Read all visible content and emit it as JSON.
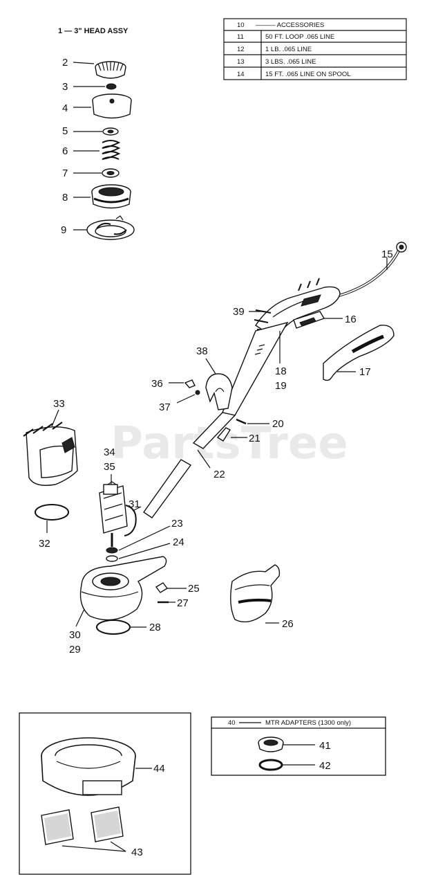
{
  "watermark": "PartsTree",
  "head_title": "1 — 3\" HEAD ASSY",
  "accessories": {
    "rows": [
      {
        "num": "10",
        "desc": "——— ACCESSORIES"
      },
      {
        "num": "11",
        "desc": "50 FT. LOOP .065 LINE"
      },
      {
        "num": "12",
        "desc": "1 LB. .065 LINE"
      },
      {
        "num": "13",
        "desc": "3 LBS. .065 LINE"
      },
      {
        "num": "14",
        "desc": "15 FT. .065 LINE ON SPOOL"
      }
    ]
  },
  "adapters": {
    "num": "40",
    "title": "MTR ADAPTERS (1300 only)"
  },
  "callouts": {
    "c2": "2",
    "c3": "3",
    "c4": "4",
    "c5": "5",
    "c6": "6",
    "c7": "7",
    "c8": "8",
    "c9": "9",
    "c15": "15",
    "c16": "16",
    "c17": "17",
    "c18": "18",
    "c19": "19",
    "c20": "20",
    "c21": "21",
    "c22": "22",
    "c23": "23",
    "c24": "24",
    "c25": "25",
    "c26": "26",
    "c27": "27",
    "c28": "28",
    "c29": "29",
    "c30": "30",
    "c31": "31",
    "c32": "32",
    "c33": "33",
    "c34": "34",
    "c35": "35",
    "c36": "36",
    "c37": "37",
    "c38": "38",
    "c39": "39",
    "c41": "41",
    "c42": "42",
    "c43": "43",
    "c44": "44"
  }
}
